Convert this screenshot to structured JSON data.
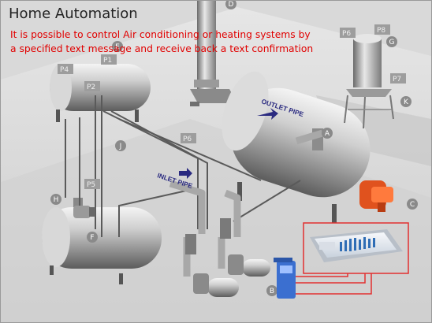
{
  "header": {
    "title": "Home Automation",
    "description_line1": "It is possible to control Air conditioning or heating systems by",
    "description_line2": "a specified text message and receive back a text confirmation"
  },
  "pipe_labels": {
    "outlet": "OUTLET PIPE",
    "inlet": "INLET PIPE"
  },
  "point_tags": [
    "P1",
    "P2",
    "P4",
    "P5",
    "P6",
    "P6",
    "P7",
    "P8"
  ],
  "component_markers": [
    "A",
    "B",
    "C",
    "D",
    "E",
    "F",
    "G",
    "H",
    "J",
    "K"
  ],
  "colors": {
    "title_text": "#222222",
    "description_text": "#e10000",
    "connection_lines": "#e23030",
    "burner": "#e0521e",
    "controller_box": "#3b6fd0"
  }
}
